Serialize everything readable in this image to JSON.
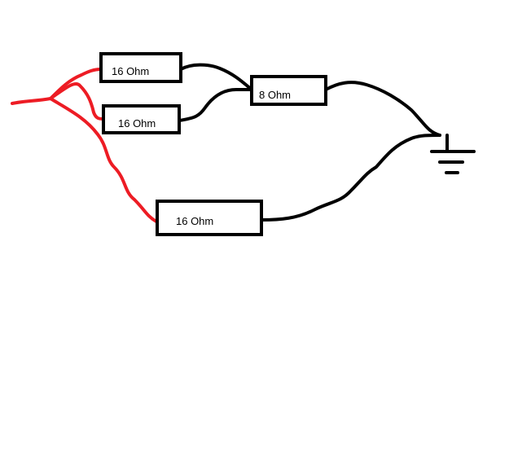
{
  "diagram": {
    "colors": {
      "input_wire": "#ed1c24",
      "output_wire": "#000000"
    },
    "resistors": [
      {
        "label": "16 Ohm"
      },
      {
        "label": "16 Ohm"
      },
      {
        "label": "8 Ohm"
      },
      {
        "label": "16 Ohm"
      }
    ],
    "ground_icon": "ground-symbol"
  }
}
